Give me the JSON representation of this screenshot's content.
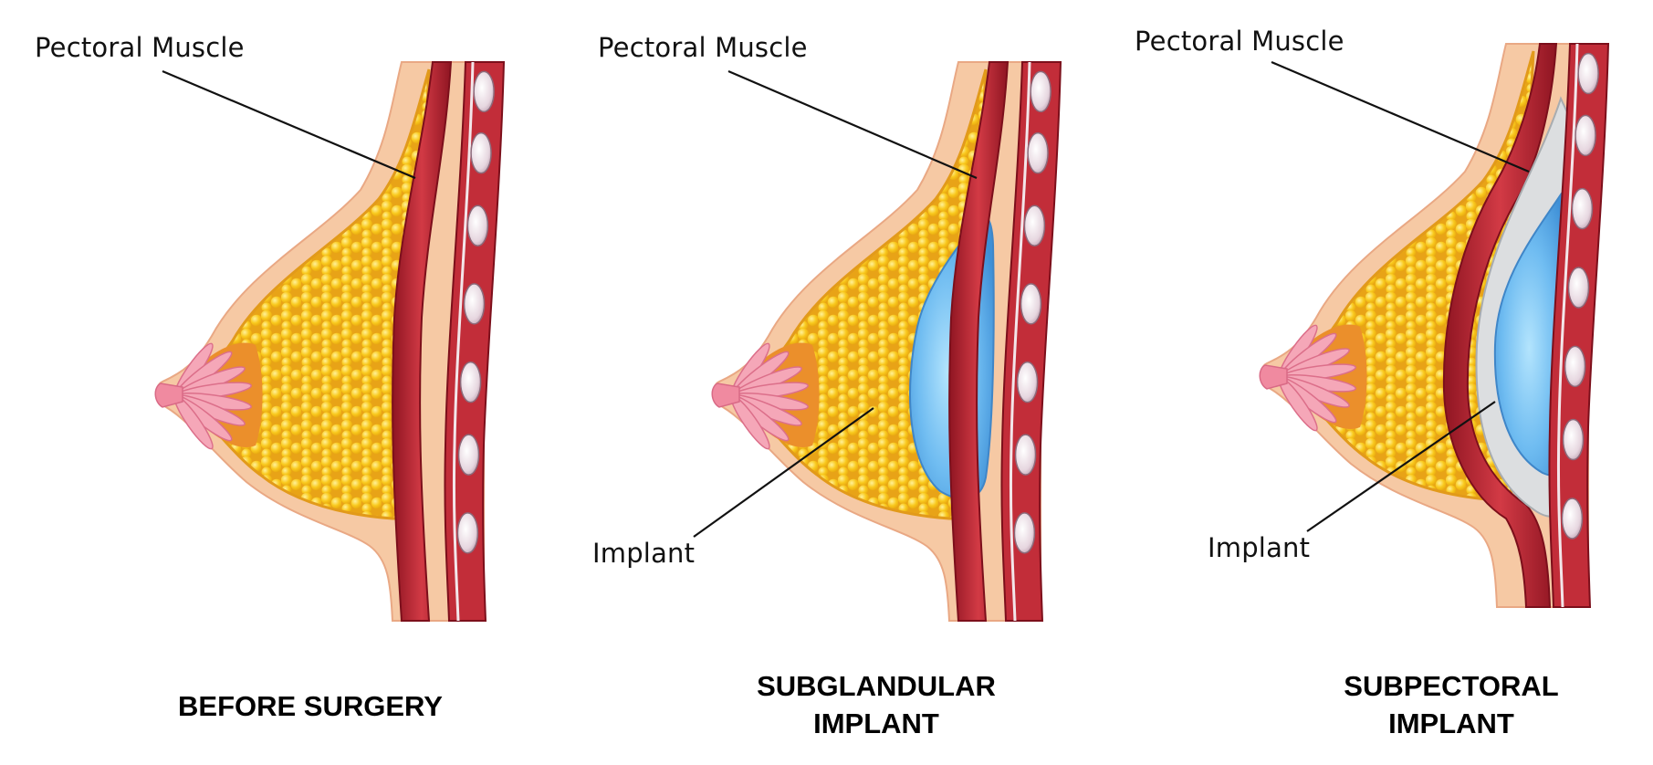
{
  "colors": {
    "skin": "#f6c9a4",
    "fat": "#f7c21a",
    "fat_light": "#fde36a",
    "fat_dark": "#e2a00e",
    "gland_bg": "#e89a2c",
    "gland": "#f5a7b8",
    "muscle": "#b5232f",
    "muscle_light": "#d94a52",
    "bone": "#e8dde3",
    "implant": "#5fb0ec",
    "implant_light": "#a7dcfb",
    "pocket": "#dcdee0"
  },
  "panels": [
    {
      "caption": [
        "BEFORE SURGERY"
      ],
      "pectoral_label": "Pectoral Muscle",
      "implant_label": null
    },
    {
      "caption": [
        "SUBGLANDULAR",
        "IMPLANT"
      ],
      "pectoral_label": "Pectoral Muscle",
      "implant_label": "Implant"
    },
    {
      "caption": [
        "SUBPECTORAL",
        "IMPLANT"
      ],
      "pectoral_label": "Pectoral Muscle",
      "implant_label": "Implant"
    }
  ]
}
